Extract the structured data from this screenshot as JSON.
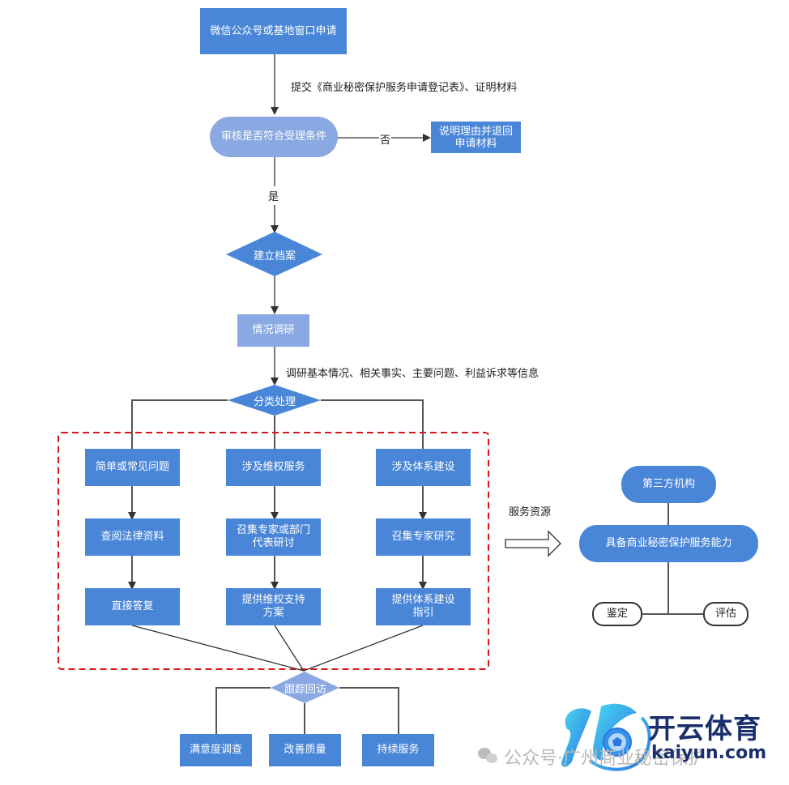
{
  "colors": {
    "primary": "#4a86d8",
    "light": "#8aa8e2",
    "line": "#333333",
    "dashed_border": "#d9141b",
    "brand": "#1b2f6e"
  },
  "flow": {
    "start": "微信公众号或基地窗口申请",
    "submit_label": "提交《商业秘密保护服务申请登记表》、证明材料",
    "review": "审核是否符合受理条件",
    "no_label": "否",
    "reject": "说明理由并退回\n申请材料",
    "yes_label": "是",
    "archive": "建立档案",
    "research": "情况调研",
    "research_label": "调研基本情况、相关事实、主要问题、利益诉求等信息",
    "classify": "分类处理",
    "branches": [
      {
        "category": "简单或常见问题",
        "step": "查阅法律资料",
        "result": "直接答复"
      },
      {
        "category": "涉及维权服务",
        "step": "召集专家或部门\n代表研讨",
        "result": "提供维权支持\n方案"
      },
      {
        "category": "涉及体系建设",
        "step": "召集专家研究",
        "result": "提供体系建设\n指引"
      }
    ],
    "follow_up": "跟踪回访",
    "outcomes": [
      "满意度调查",
      "改善质量",
      "持续服务"
    ]
  },
  "resources": {
    "label": "服务资源",
    "third_party": "第三方机构",
    "capability": "具备商业秘密保护服务能力",
    "appraise": "鉴定",
    "evaluate": "评估"
  },
  "watermark": {
    "text": "公众号·广州商业秘密保护",
    "brand_cn": "开云体育",
    "brand_en": "kaiyun.com"
  }
}
